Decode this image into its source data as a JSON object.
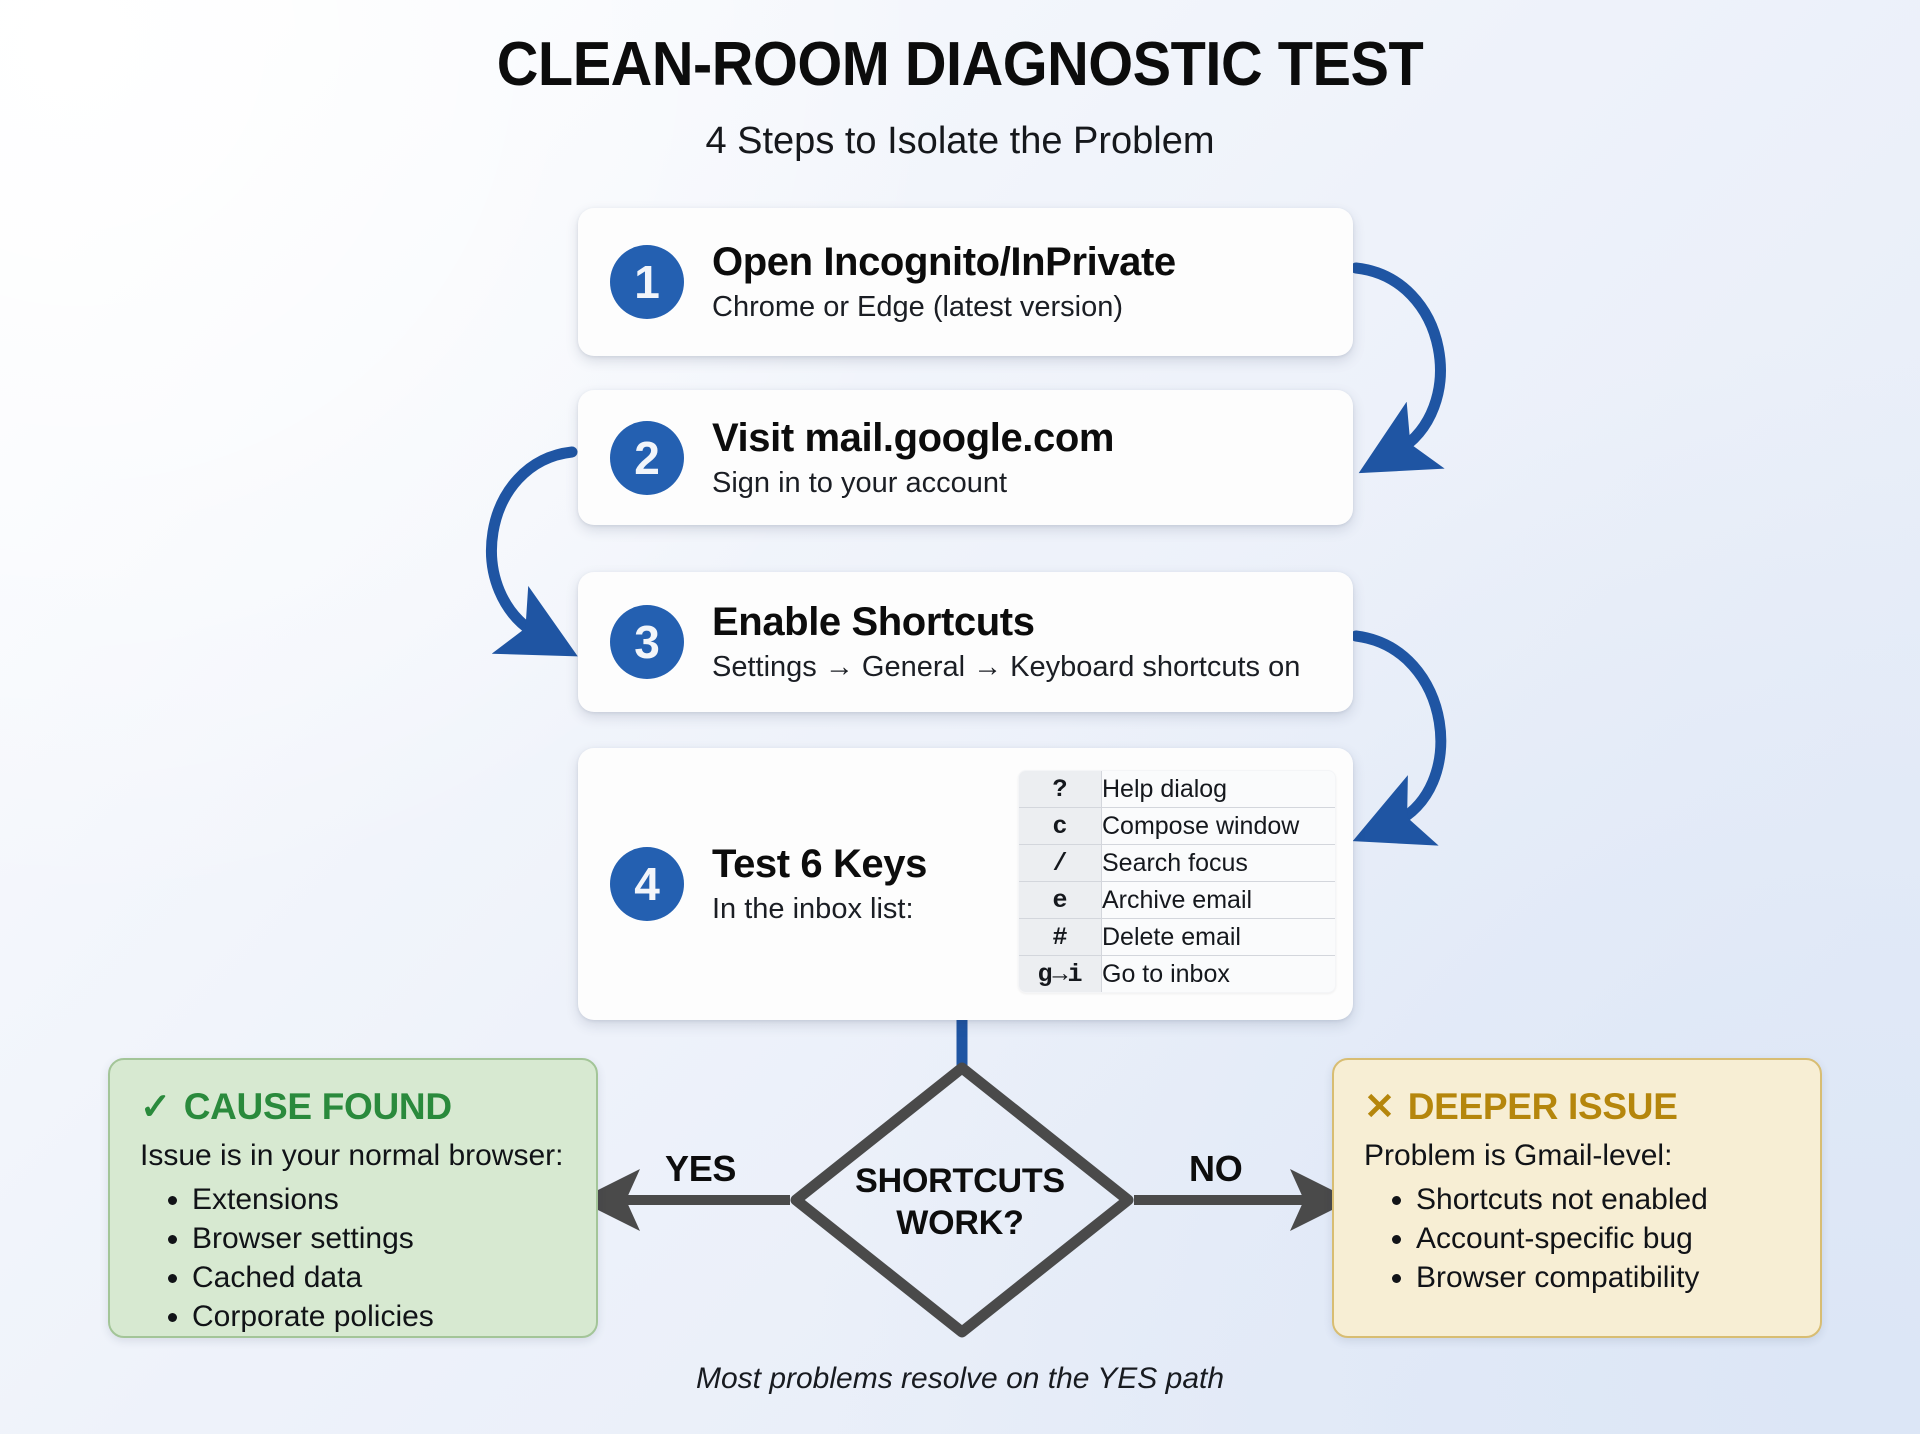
{
  "header": {
    "title": "CLEAN-ROOM DIAGNOSTIC TEST",
    "subtitle": "4 Steps to Isolate the Problem"
  },
  "steps": [
    {
      "number": "1",
      "title": "Open Incognito/InPrivate",
      "subtitle": "Chrome or Edge (latest version)"
    },
    {
      "number": "2",
      "title": "Visit mail.google.com",
      "subtitle": "Sign in to your account"
    },
    {
      "number": "3",
      "title": "Enable Shortcuts",
      "subtitle": "Settings → General → Keyboard shortcuts on"
    },
    {
      "number": "4",
      "title": "Test 6 Keys",
      "subtitle": "In the inbox list:"
    }
  ],
  "keys_table": {
    "rows": [
      {
        "key": "?",
        "action": "Help dialog"
      },
      {
        "key": "c",
        "action": "Compose window"
      },
      {
        "key": "/",
        "action": "Search focus"
      },
      {
        "key": "e",
        "action": "Archive email"
      },
      {
        "key": "#",
        "action": "Delete email"
      },
      {
        "key": "g→i",
        "action": "Go to inbox"
      }
    ]
  },
  "decision": {
    "line1": "SHORTCUTS",
    "line2": "WORK?",
    "yes_label": "YES",
    "no_label": "NO"
  },
  "outcomes": {
    "yes": {
      "icon": "✓",
      "heading": "CAUSE FOUND",
      "subtitle": "Issue is in your normal browser:",
      "items": [
        "Extensions",
        "Browser settings",
        "Cached data",
        "Corporate policies"
      ]
    },
    "no": {
      "icon": "✕",
      "heading": "DEEPER ISSUE",
      "subtitle": "Problem is Gmail-level:",
      "items": [
        "Shortcuts not enabled",
        "Account-specific bug",
        "Browser compatibility"
      ]
    }
  },
  "footer": {
    "note": "Most problems resolve on the YES path"
  },
  "colors": {
    "badge_blue": "#2460b1",
    "connector_blue": "#1f55a3",
    "diamond_stroke": "#4a4a4a",
    "success_green": "#2a8a3c",
    "warning_amber": "#b5860c",
    "card_background": "#fdfdfd",
    "green_panel_bg": "#d7e9d1",
    "amber_panel_bg": "#f7eed4"
  }
}
